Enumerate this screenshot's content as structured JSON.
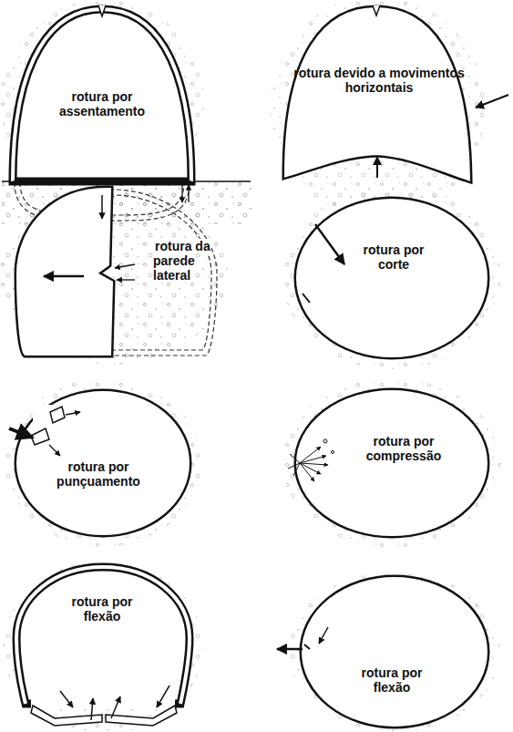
{
  "diagram": {
    "labels": [
      "rotura por assentamento",
      "rotura devido a movimentos horizontais",
      "rotura da parede lateral",
      "rotura por corte",
      "rotura por punçuamento",
      "rotura por compressão",
      "rotura por flexão",
      "rotura por flexão"
    ]
  }
}
